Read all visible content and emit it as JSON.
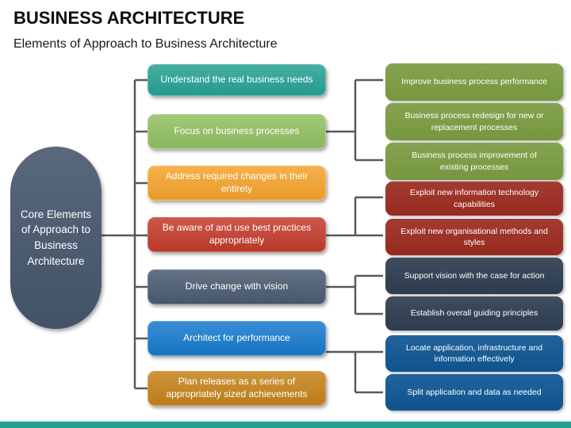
{
  "slide": {
    "title": "BUSINESS ARCHITECTURE",
    "subtitle": "Elements of Approach to Business Architecture"
  },
  "core": {
    "label": "Core Elements of Approach to Business Architecture",
    "color": "#46576d"
  },
  "middle_items": [
    {
      "label": "Understand the real business needs",
      "color": "#27a294",
      "border": "#5dbcae"
    },
    {
      "label": "Focus on business processes",
      "color": "#92c063",
      "border": "#b4d393"
    },
    {
      "label": "Address required changes in their entirety",
      "color": "#f5a32d",
      "border": "#f8c268"
    },
    {
      "label": "Be aware of and use best practices appropriately",
      "color": "#c33c2c",
      "border": "#d3685a"
    },
    {
      "label": "Drive change with vision",
      "color": "#4b5b71",
      "border": "#73839b"
    },
    {
      "label": "Architect for performance",
      "color": "#187bcd",
      "border": "#55a0dd"
    },
    {
      "label": "Plan releases as a series of appropriately sized achievements",
      "color": "#c5831b",
      "border": "#daa552"
    }
  ],
  "right_items": [
    {
      "label": "Improve business process performance",
      "color": "#7b9c42"
    },
    {
      "label": "Business process redesign for new or replacement processes",
      "color": "#7b9c42"
    },
    {
      "label": "Business process improvement of existing processes",
      "color": "#7b9c42"
    },
    {
      "label": "Exploit new information technology capabilities",
      "color": "#9c2b20"
    },
    {
      "label": "Exploit new organisational methods and styles",
      "color": "#9c2b20"
    },
    {
      "label": "Support vision with the case for action",
      "color": "#2e3e51"
    },
    {
      "label": "Establish overall guiding principles",
      "color": "#2e3e51"
    },
    {
      "label": "Locate application, infrastructure and information effectively",
      "color": "#0f5694"
    },
    {
      "label": "Split application and data as needed",
      "color": "#0f5694"
    }
  ],
  "connectors": {
    "color": "#59595b"
  },
  "footer": {
    "bar_color": "#21a189",
    "hairline_color": "#d8e6f2"
  }
}
